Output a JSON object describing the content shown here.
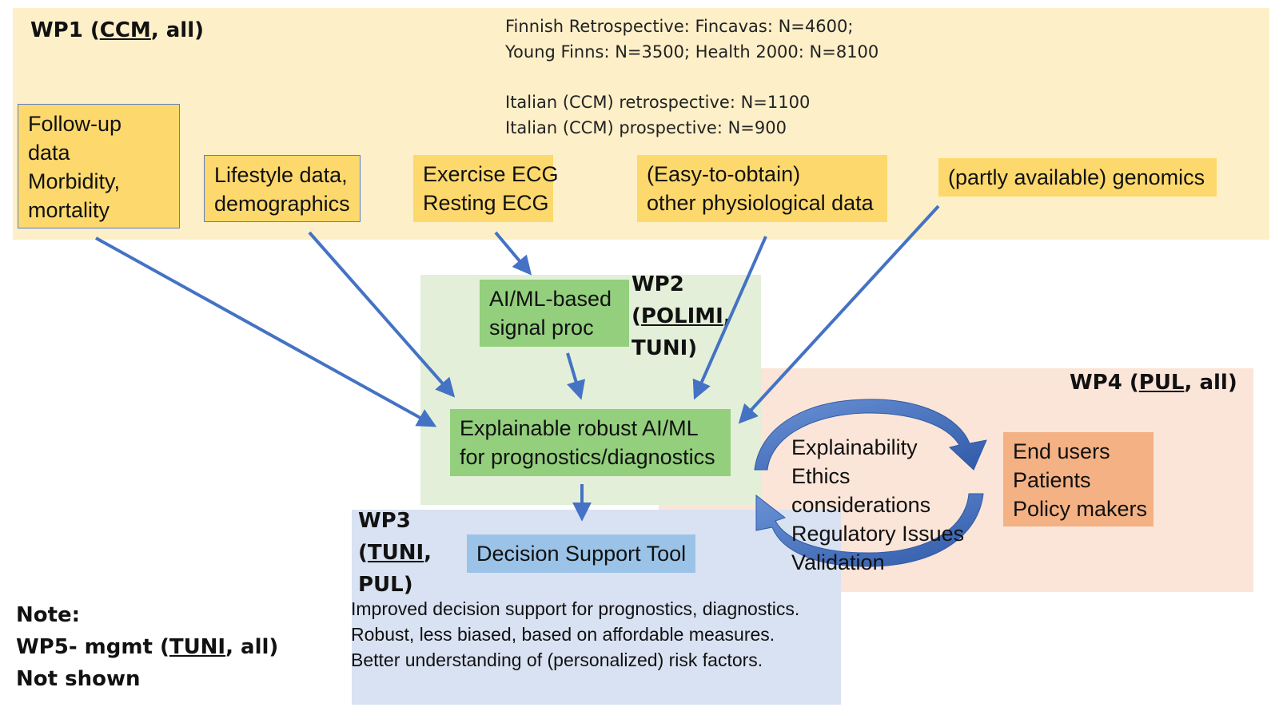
{
  "wp1": {
    "title_prefix": "WP1 (",
    "title_lead": "CCM",
    "title_suffix": ", all)",
    "cohorts": [
      "Finnish Retrospective: Fincavas: N=4600;",
      "Young Finns: N=3500; Health 2000: N=8100",
      "Italian (CCM) retrospective: N=1100",
      "Italian (CCM) prospective: N=900"
    ],
    "inputs": {
      "followup": [
        "Follow-up",
        "data",
        "Morbidity,",
        "mortality"
      ],
      "lifestyle": [
        "Lifestyle data,",
        "demographics"
      ],
      "ecg": [
        "Exercise ECG",
        "Resting ECG"
      ],
      "physio": [
        "(Easy-to-obtain)",
        "other physiological data"
      ],
      "genomics": [
        "(partly available) genomics"
      ]
    }
  },
  "wp2": {
    "title_line1": "WP2",
    "title_line2_prefix": "(",
    "title_line2_lead": "POLIMI",
    "title_line2_suffix": ",",
    "title_line3": "TUNI)",
    "signal_proc": [
      "AI/ML-based",
      "signal proc"
    ],
    "core": [
      "Explainable robust AI/ML",
      "for prognostics/diagnostics"
    ]
  },
  "wp3": {
    "title_line1": "WP3",
    "title_line2_prefix": "(",
    "title_line2_lead": "TUNI",
    "title_line2_suffix": ",",
    "title_line3": "PUL)",
    "tool": "Decision Support Tool",
    "outcomes": [
      "Improved decision support for prognostics, diagnostics.",
      "Robust, less biased, based on affordable measures.",
      "Better understanding of (personalized) risk factors."
    ]
  },
  "wp4": {
    "title_prefix": "WP4 (",
    "title_lead": "PUL",
    "title_suffix": ", all)",
    "governance": [
      "Explainability",
      "Ethics",
      "considerations",
      "Regulatory Issues",
      "Validation"
    ],
    "end_users": [
      "End users",
      "Patients",
      "Policy makers"
    ]
  },
  "note": {
    "label": "Note:",
    "wp5_prefix": "WP5- mgmt (",
    "wp5_lead": "TUNI",
    "wp5_suffix": ", all)",
    "status": "Not shown"
  },
  "colors": {
    "wp1_region": "#fdefc8",
    "input_box": "#fdd96d",
    "wp2_region": "#e3efd8",
    "ai_box": "#93cf7d",
    "wp3_region": "#d9e2f2",
    "tool_box": "#9bc3e8",
    "wp4_region": "#fbe5d8",
    "end_user_box": "#f4b183",
    "arrow": "#4472c4"
  }
}
